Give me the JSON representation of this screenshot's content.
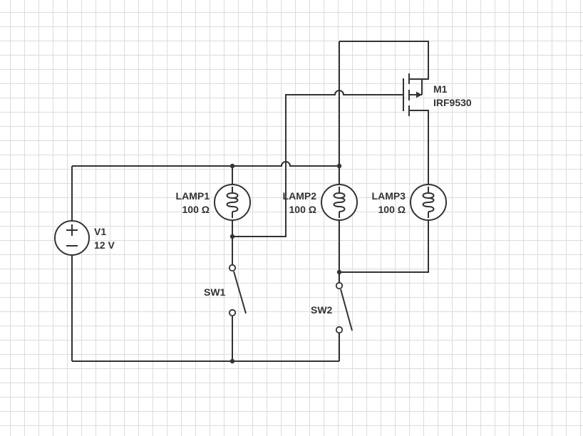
{
  "colors": {
    "wire": "#333333",
    "grid": "#dcdcdc",
    "background": "#ffffff"
  },
  "components": {
    "v1": {
      "name": "V1",
      "value": "12 V",
      "plus": "+",
      "minus": "−"
    },
    "lamp1": {
      "name": "LAMP1",
      "value": "100 Ω"
    },
    "lamp2": {
      "name": "LAMP2",
      "value": "100 Ω"
    },
    "lamp3": {
      "name": "LAMP3",
      "value": "100 Ω"
    },
    "m1": {
      "name": "M1",
      "value": "IRF9530"
    },
    "sw1": {
      "name": "SW1"
    },
    "sw2": {
      "name": "SW2"
    }
  }
}
